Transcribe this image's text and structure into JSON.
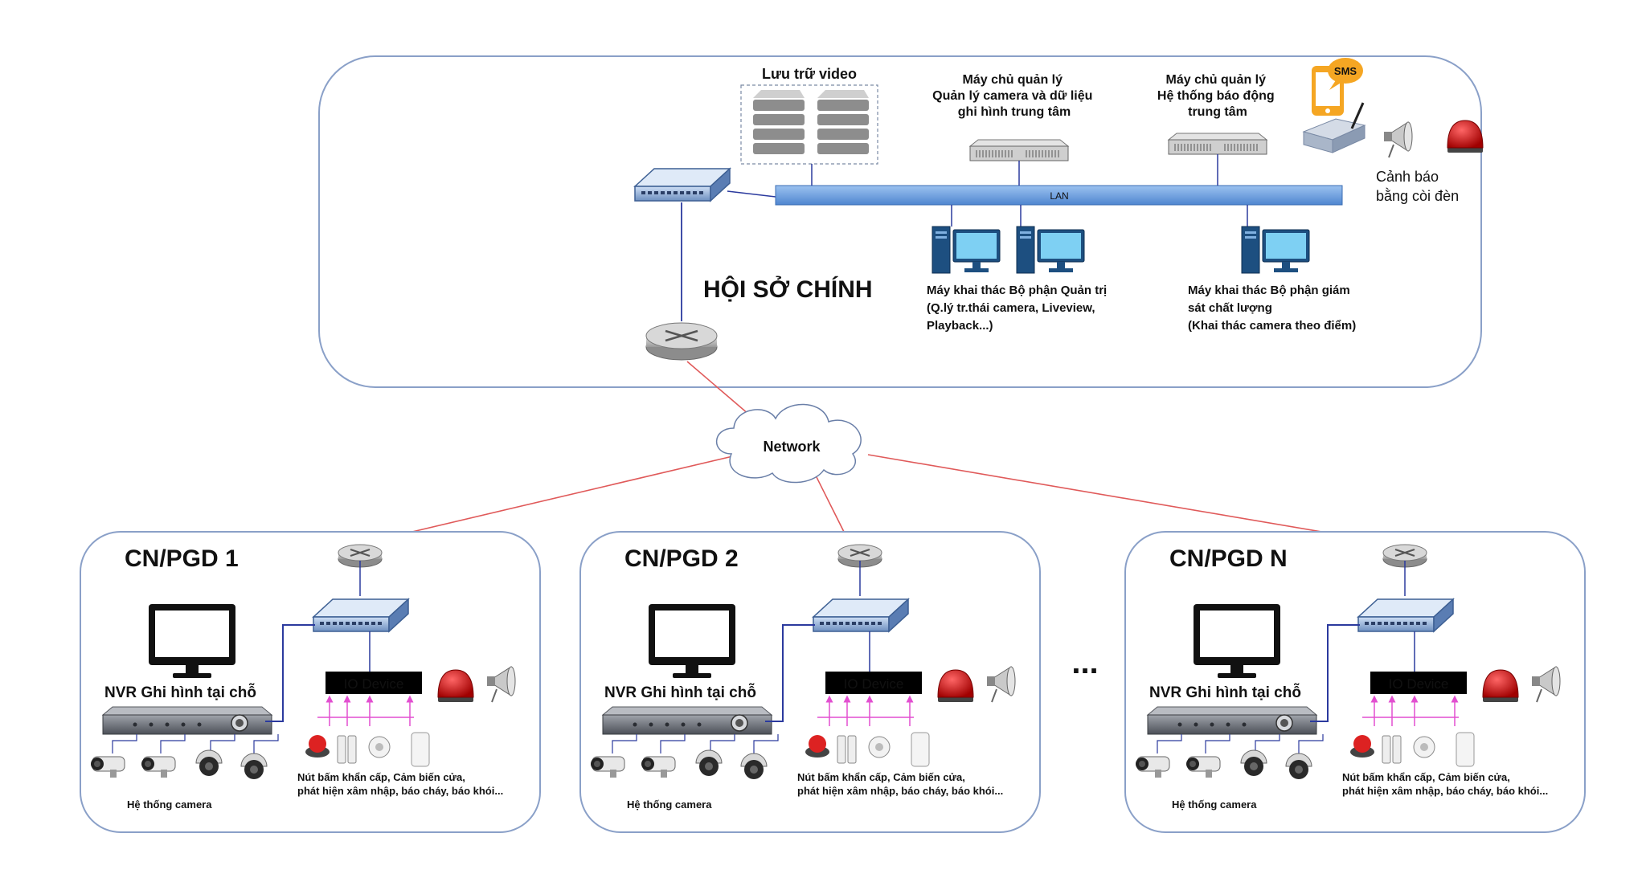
{
  "hq": {
    "title": "HỘI SỞ CHÍNH",
    "storage_label": "Lưu trữ video",
    "camera_server": {
      "lines": [
        "Máy chủ quản lý",
        "Quản lý camera và dữ liệu",
        "ghi hình trung tâm"
      ]
    },
    "alarm_server": {
      "lines": [
        "Máy chủ quản lý",
        "Hệ thống báo động",
        "trung tâm"
      ]
    },
    "sms_label": "SMS",
    "lan_label": "LAN",
    "alert_lines": [
      "Cảnh báo",
      "bằng còi đèn"
    ],
    "admin_ws_lines": [
      "Máy khai thác Bộ phận Quản trị",
      "(Q.lý tr.thái camera, Liveview,",
      "Playback...)"
    ],
    "qc_ws_lines": [
      "Máy khai thác Bộ phận giám",
      "sát chất lượng",
      "(Khai thác camera theo điểm)"
    ]
  },
  "network_label": "Network",
  "ellipsis": "...",
  "branches": [
    {
      "title": "CN/PGD 1",
      "nvr_label": "NVR Ghi hình tại chỗ",
      "io_label": "IO Device",
      "camera_label": "Hệ thống camera",
      "sensor_lines": [
        "Nút bấm khẩn cấp, Cảm biến cửa,",
        "phát hiện xâm nhập, báo cháy, báo khói..."
      ]
    },
    {
      "title": "CN/PGD 2",
      "nvr_label": "NVR Ghi hình tại chỗ",
      "io_label": "IO Device",
      "camera_label": "Hệ thống camera",
      "sensor_lines": [
        "Nút bấm khẩn cấp, Cảm biến cửa,",
        "phát hiện xâm nhập, báo cháy, báo khói..."
      ]
    },
    {
      "title": "CN/PGD N",
      "nvr_label": "NVR Ghi hình tại chỗ",
      "io_label": "IO Device",
      "camera_label": "Hệ thống camera",
      "sensor_lines": [
        "Nút bấm khẩn cấp, Cảm biến cửa,",
        "phát hiện xâm nhập, báo cháy, báo khói..."
      ]
    }
  ],
  "colors": {
    "frame": "#8aa0c8",
    "wan_link": "#e05a5a",
    "lan_bar": "#5b8fd6",
    "lan_link": "#2b3a9e",
    "sensor_link": "#e24fd0",
    "alarm_red": "#cc1111",
    "sms_orange": "#f5a623"
  },
  "icons": [
    "switch-icon",
    "router-icon",
    "server-icon",
    "storage-icon",
    "workstation-icon",
    "monitor-icon",
    "nvr-icon",
    "camera-icon",
    "siren-icon",
    "speaker-icon",
    "sms-phone-icon",
    "cloud-icon",
    "sensor-icon"
  ]
}
